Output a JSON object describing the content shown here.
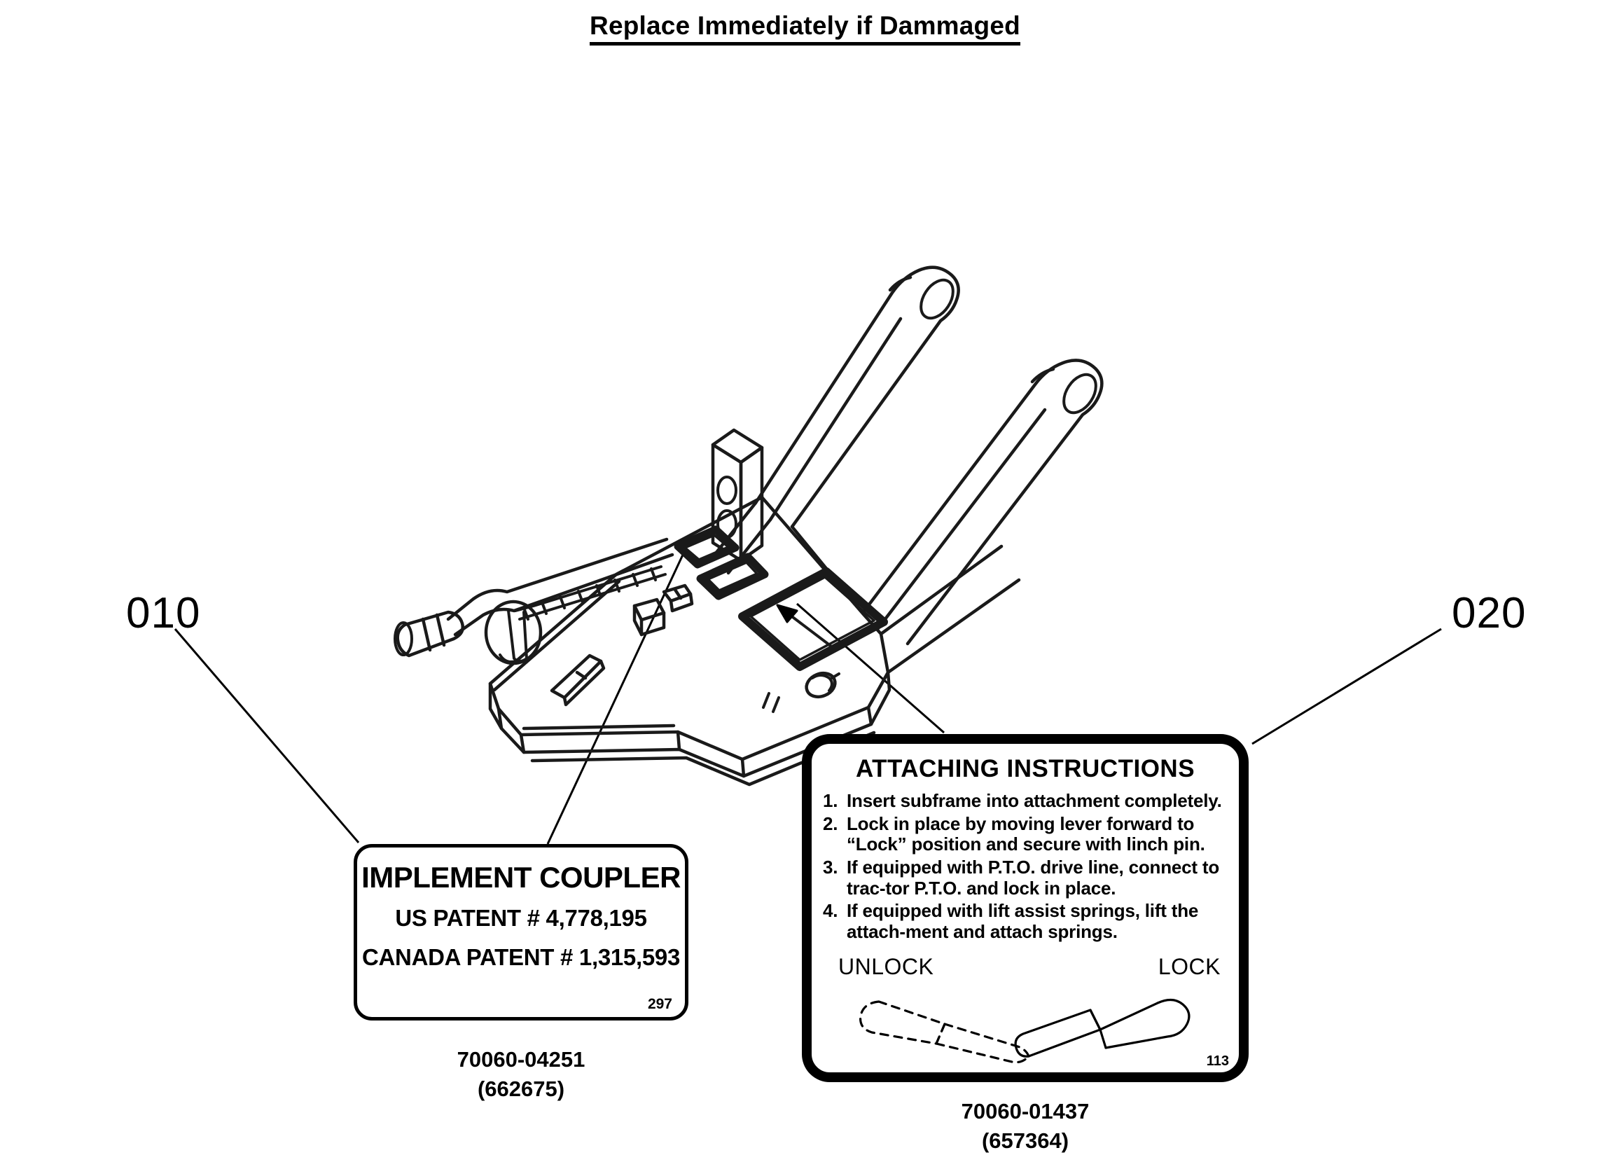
{
  "page": {
    "title": "Replace Immediately if Dammaged",
    "background_color": "#ffffff",
    "ink_color": "#000000"
  },
  "callouts": [
    {
      "id": "010",
      "label": "010",
      "target": "implement-coupler-decal"
    },
    {
      "id": "020",
      "label": "020",
      "target": "attaching-instructions-decal"
    }
  ],
  "illustration": {
    "name": "implement-coupler-assembly",
    "description": "Isometric line drawing of an implement coupler subframe with two rear lift arms, an upright two-hole bracket, a release lever with handle grip, a retaining chain, a linch pin, and decal placement outlines with an arrow",
    "features": [
      "left-lift-arm-with-pin-hole",
      "right-lift-arm-with-pin-hole",
      "upright-bracket-two-holes",
      "release-lever-handle",
      "retaining-chain",
      "linch-pin",
      "small-decal-patch-1",
      "small-decal-patch-2",
      "large-decal-outline",
      "placement-arrow"
    ]
  },
  "decals": [
    {
      "id": "implement-coupler-decal",
      "callout": "010",
      "title": "IMPLEMENT COUPLER",
      "line1": "US PATENT # 4,778,195",
      "line2": "CANADA PATENT # 1,315,593",
      "code": "297",
      "part_number": "70060-04251",
      "alt_part_number": "(662675)"
    },
    {
      "id": "attaching-instructions-decal",
      "callout": "020",
      "title": "ATTACHING INSTRUCTIONS",
      "steps": [
        {
          "num": "1.",
          "text": "Insert subframe into attachment completely."
        },
        {
          "num": "2.",
          "text": "Lock in place by moving lever forward to “Lock” position and secure with linch pin."
        },
        {
          "num": "3.",
          "text": "If equipped with P.T.O. drive line, connect to trac-tor P.T.O. and lock in place."
        },
        {
          "num": "4.",
          "text": "If equipped with lift assist springs, lift the attach-ment and attach springs."
        }
      ],
      "unlock_label": "UNLOCK",
      "lock_label": "LOCK",
      "lever_diagram": "lever shown dashed in UNLOCK position at left and solid in LOCK position at right",
      "code": "113",
      "part_number": "70060-01437",
      "alt_part_number": "(657364)"
    }
  ]
}
